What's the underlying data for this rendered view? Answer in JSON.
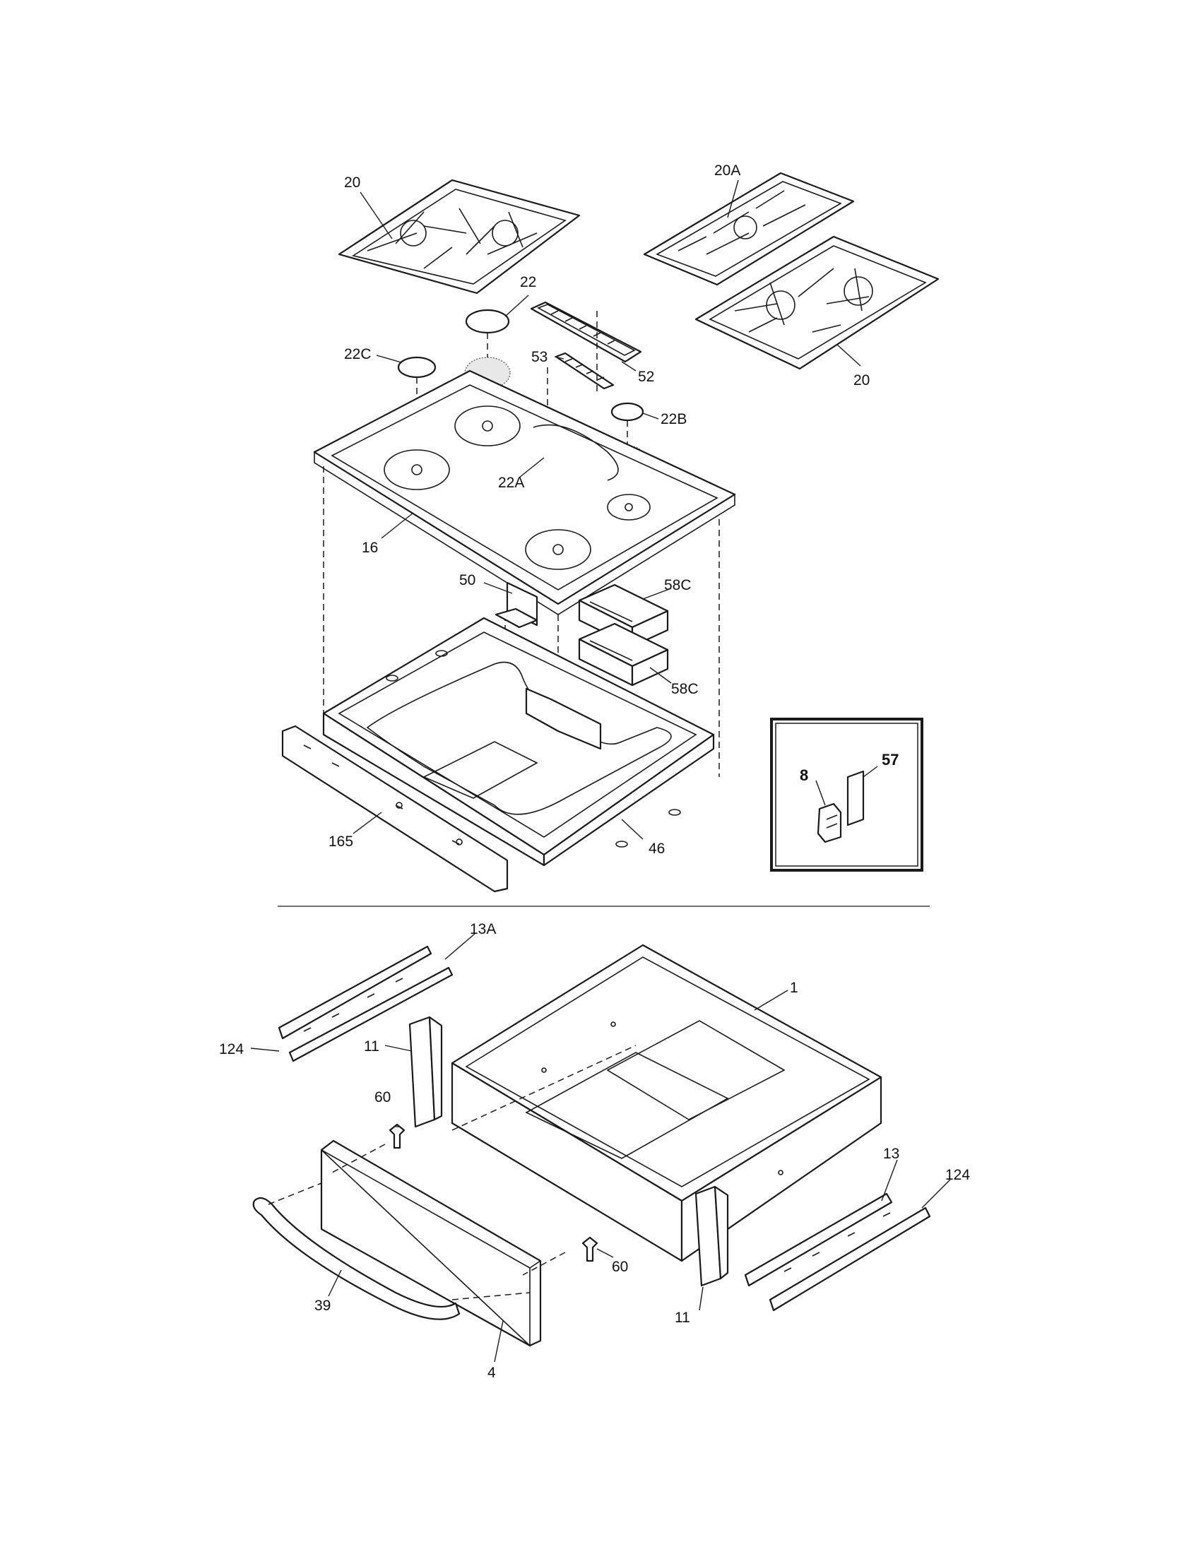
{
  "callouts": {
    "top_left_grate": "20",
    "top_right_grate_center": "20A",
    "top_right_grate_front": "20",
    "cap_rear_left": "22",
    "cap_left": "22C",
    "cap_right": "22B",
    "cap_center": "22A",
    "vent_grille": "52",
    "vent_trim": "53",
    "cooktop": "16",
    "bracket": "50",
    "insulation_upper": "58C",
    "insulation_lower": "58C",
    "chassis": "46",
    "back_panel": "165",
    "inset_part_8": "8",
    "inset_part_57": "57",
    "slide_rail_left_outer": "13A",
    "slide_rail_left": "124",
    "drawer_bracket_left": "11",
    "screw_left": "60",
    "drawer_body": "1",
    "slide_rail_right": "13",
    "slide_rail_right_outer": "124",
    "screw_right": "60",
    "drawer_bracket_right": "11",
    "handle": "39",
    "drawer_front": "4"
  }
}
